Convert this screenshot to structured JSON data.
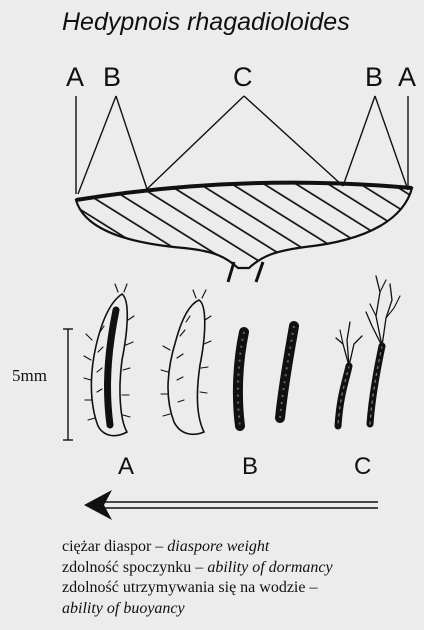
{
  "title": "Hedypnois rhagadioloides",
  "zone_labels": {
    "a_left": "A",
    "b_left": "B",
    "c_top": "C",
    "b_right": "B",
    "a_right": "A"
  },
  "achene_labels": {
    "a": "A",
    "b": "B",
    "c": "C"
  },
  "scale_label": "5mm",
  "legend": [
    {
      "pl": "ciężar diaspor – ",
      "en": "diaspore weight"
    },
    {
      "pl": "zdolność spoczynku – ",
      "en": "ability of dormancy"
    },
    {
      "pl": "zdolność utrzymywania się na wodzie –",
      "en": ""
    },
    {
      "pl": "",
      "en": "ability of buoyancy"
    }
  ]
}
